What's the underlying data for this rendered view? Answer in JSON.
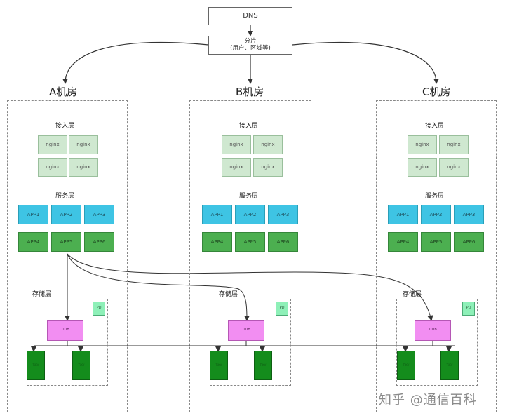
{
  "top": {
    "dns_label": "DNS",
    "shard_label": "分片",
    "shard_sub_label": "(用户、区域等)"
  },
  "rooms": [
    {
      "title": "A机房",
      "access_layer": "接入层",
      "service_layer": "服务层",
      "storage_layer": "存储层",
      "nginx": [
        "nginx",
        "nginx",
        "nginx",
        "nginx"
      ],
      "apps_blue": [
        "APP1",
        "APP2",
        "APP3"
      ],
      "apps_green": [
        "APP4",
        "APP5",
        "APP6"
      ],
      "pd": "PD",
      "tidb": "TiDB",
      "tikv": [
        "TiKV",
        "TiKV"
      ]
    },
    {
      "title": "B机房",
      "access_layer": "接入层",
      "service_layer": "服务层",
      "storage_layer": "存储层",
      "nginx": [
        "nginx",
        "nginx",
        "nginx",
        "nginx"
      ],
      "apps_blue": [
        "APP1",
        "APP2",
        "APP3"
      ],
      "apps_green": [
        "APP4",
        "APP5",
        "APP6"
      ],
      "pd": "PD",
      "tidb": "TiDB",
      "tikv": [
        "TiKV",
        "TiKV"
      ]
    },
    {
      "title": "C机房",
      "access_layer": "接入层",
      "service_layer": "服务层",
      "storage_layer": "存储层",
      "nginx": [
        "nginx",
        "nginx",
        "nginx",
        "nginx"
      ],
      "apps_blue": [
        "APP1",
        "APP2",
        "APP3"
      ],
      "apps_green": [
        "APP4",
        "APP5",
        "APP6"
      ],
      "pd": "PD",
      "tidb": "TiDB",
      "tikv": [
        "TiKV",
        "TiKV"
      ]
    }
  ],
  "watermark": "知乎 @通信百科",
  "colors": {
    "nginx_fill": "#cfe8d0",
    "app_blue": "#3ec4e4",
    "app_green": "#4caf50",
    "pd_fill": "#8ef0b8",
    "tidb_fill": "#f28ef2",
    "tikv_fill": "#148c1c",
    "line": "#333333"
  }
}
